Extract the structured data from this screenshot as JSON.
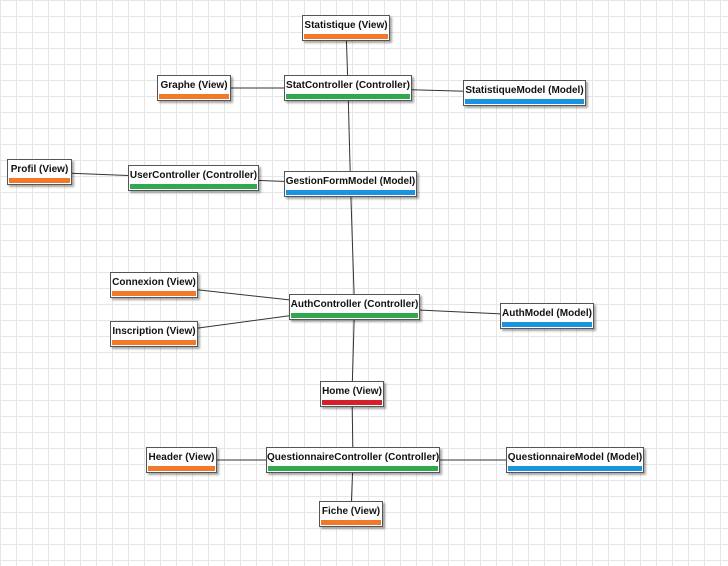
{
  "diagram": {
    "colors": {
      "view": "#f07a2a",
      "controller": "#2fa84f",
      "model": "#1a94e0",
      "home": "#d4202a",
      "edge": "#333333"
    },
    "nodes": [
      {
        "id": "statistique-view",
        "label": "Statistique (View)",
        "kind": "view"
      },
      {
        "id": "graphe-view",
        "label": "Graphe (View)",
        "kind": "view"
      },
      {
        "id": "stat-controller",
        "label": "StatController (Controller)",
        "kind": "controller"
      },
      {
        "id": "statistique-model",
        "label": "StatistiqueModel (Model)",
        "kind": "model"
      },
      {
        "id": "profil-view",
        "label": "Profil (View)",
        "kind": "view"
      },
      {
        "id": "user-controller",
        "label": "UserController (Controller)",
        "kind": "controller"
      },
      {
        "id": "gestionform-model",
        "label": "GestionFormModel (Model)",
        "kind": "model"
      },
      {
        "id": "connexion-view",
        "label": "Connexion (View)",
        "kind": "view"
      },
      {
        "id": "auth-controller",
        "label": "AuthController (Controller)",
        "kind": "controller"
      },
      {
        "id": "auth-model",
        "label": "AuthModel (Model)",
        "kind": "model"
      },
      {
        "id": "inscription-view",
        "label": "Inscription (View)",
        "kind": "view"
      },
      {
        "id": "home-view",
        "label": "Home (View)",
        "kind": "home"
      },
      {
        "id": "header-view",
        "label": "Header (View)",
        "kind": "view"
      },
      {
        "id": "questionnaire-controller",
        "label": "QuestionnaireController (Controller)",
        "kind": "controller"
      },
      {
        "id": "questionnaire-model",
        "label": "QuestionnaireModel (Model)",
        "kind": "model"
      },
      {
        "id": "fiche-view",
        "label": "Fiche (View)",
        "kind": "view"
      }
    ],
    "edges": [
      [
        "statistique-view",
        "stat-controller"
      ],
      [
        "graphe-view",
        "stat-controller"
      ],
      [
        "stat-controller",
        "statistique-model"
      ],
      [
        "stat-controller",
        "gestionform-model"
      ],
      [
        "profil-view",
        "user-controller"
      ],
      [
        "user-controller",
        "gestionform-model"
      ],
      [
        "gestionform-model",
        "auth-controller"
      ],
      [
        "connexion-view",
        "auth-controller"
      ],
      [
        "inscription-view",
        "auth-controller"
      ],
      [
        "auth-controller",
        "auth-model"
      ],
      [
        "auth-controller",
        "home-view"
      ],
      [
        "home-view",
        "questionnaire-controller"
      ],
      [
        "header-view",
        "questionnaire-controller"
      ],
      [
        "questionnaire-controller",
        "questionnaire-model"
      ],
      [
        "questionnaire-controller",
        "fiche-view"
      ]
    ]
  }
}
